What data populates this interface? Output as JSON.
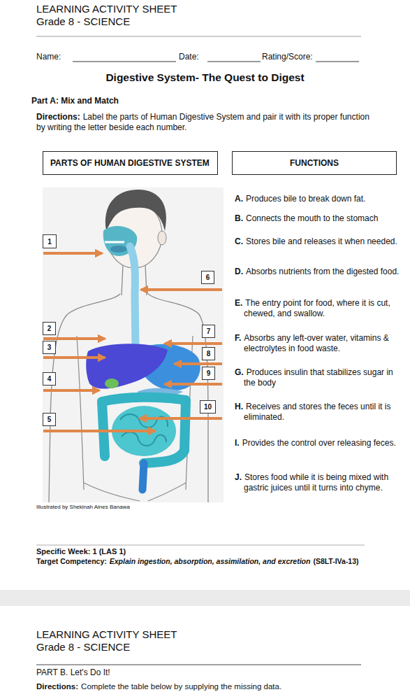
{
  "diagram": {
    "title": "Digestive System- The Quest to Digest",
    "nodes": [
      {
        "text": [
          "PARTS OF HUMAN DIGESTIVE SYSTEM"
        ]
      },
      {
        "text": [
          "FUNCTIONS"
        ]
      },
      {
        "text": [
          "1"
        ]
      },
      {
        "text": [
          "6"
        ]
      },
      {
        "text": [
          "2"
        ]
      },
      {
        "text": [
          "7"
        ]
      },
      {
        "text": [
          "3"
        ]
      },
      {
        "text": [
          "8"
        ]
      },
      {
        "text": [
          "9"
        ]
      },
      {
        "text": [
          "4"
        ]
      },
      {
        "text": [
          "10"
        ]
      },
      {
        "text": [
          "5"
        ]
      }
    ],
    "labels": [
      "LEARNING ACTIVITY SHEET",
      "Grade 8 - SCIENCE",
      "Name:",
      "Date:",
      "Rating/Score:",
      "Part A: Mix and Match",
      "Directions:",
      "Label the parts of Human Digestive System and pair it with its proper function by writing the letter beside each number.",
      "A.",
      "Produces bile to break down fat.",
      "B.",
      "Connects the mouth to the stomach",
      "C.",
      "Stores bile and releases it when needed.",
      "D.",
      "Absorbs nutrients from the digested food.",
      "E.",
      "The entry point for food, where it is cut, chewed, and swallow.",
      "F.",
      "Absorbs any left-over water, vitamins & electrolytes in food waste.",
      "G.",
      "Produces insulin that stabilizes sugar in the body",
      "H.",
      "Receives and stores the feces until it is eliminated.",
      "I.",
      "Provides the control over releasing feces.",
      "J.",
      "Stores food while it is being mixed with gastric juices until it turns into chyme.",
      "Illustrated by Shekinah Aines Banawa",
      "Specific Week: 1 (LAS 1)",
      "Target Competency:",
      "Explain ingestion, absorption, assimilation, and excretion",
      "(S8LT-IVa-13)",
      "LEARNING ACTIVITY SHEET",
      "Grade 8 - SCIENCE",
      "PART B. Let's Do It!",
      "Directions:",
      "Complete the table below by supplying the missing data."
    ]
  }
}
